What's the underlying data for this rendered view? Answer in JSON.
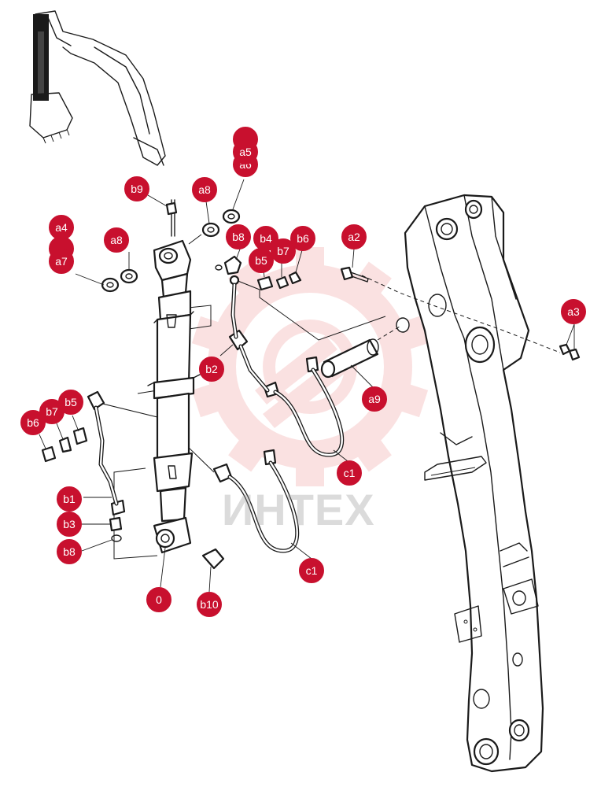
{
  "colors": {
    "callout": "#c8102e",
    "callout_text": "#ffffff",
    "watermark_logo": "#f4b3b3",
    "watermark_text": "#999999",
    "line": "#1a1a1a"
  },
  "watermark": {
    "text": "ИНТЕХ",
    "icon": "gear-logo-icon"
  },
  "callouts": [
    {
      "id": "a5-back2",
      "label": ""
    },
    {
      "id": "a5-back1",
      "label": "a6"
    },
    {
      "id": "a5",
      "label": "a5"
    },
    {
      "id": "b9",
      "label": "b9"
    },
    {
      "id": "a8-top",
      "label": "a8"
    },
    {
      "id": "a4",
      "label": "a4"
    },
    {
      "id": "a4-back",
      "label": ""
    },
    {
      "id": "a7",
      "label": "a7"
    },
    {
      "id": "a8-mid",
      "label": "a8"
    },
    {
      "id": "b8-top",
      "label": "b8"
    },
    {
      "id": "b4",
      "label": "b4"
    },
    {
      "id": "b7-top",
      "label": "b7"
    },
    {
      "id": "b6-top",
      "label": "b6"
    },
    {
      "id": "b5-top",
      "label": "b5"
    },
    {
      "id": "a2",
      "label": "a2"
    },
    {
      "id": "a3",
      "label": "a3"
    },
    {
      "id": "b2",
      "label": "b2"
    },
    {
      "id": "a9",
      "label": "a9"
    },
    {
      "id": "c1-right",
      "label": "c1"
    },
    {
      "id": "b5-left",
      "label": "b5"
    },
    {
      "id": "b7-left",
      "label": "b7"
    },
    {
      "id": "b6-left",
      "label": "b6"
    },
    {
      "id": "b1",
      "label": "b1"
    },
    {
      "id": "b3",
      "label": "b3"
    },
    {
      "id": "b8-bottom",
      "label": "b8"
    },
    {
      "id": "c1-bottom",
      "label": "c1"
    },
    {
      "id": "zero",
      "label": "0"
    },
    {
      "id": "b10",
      "label": "b10"
    }
  ]
}
